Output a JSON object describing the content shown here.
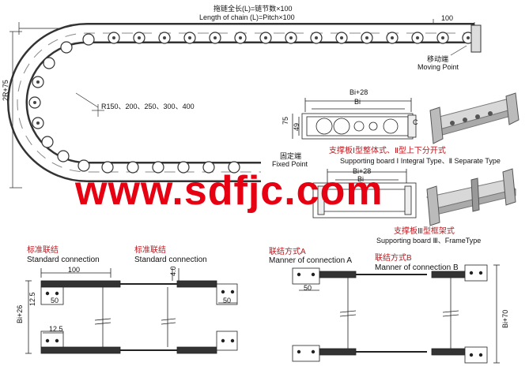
{
  "header": {
    "length_cn": "拖链全长(L)=链节数×100",
    "length_en": "Length of chain (L)=Pitch×100",
    "pitch_dim": "100"
  },
  "chain": {
    "moving_cn": "移动端",
    "moving_en": "Moving Point",
    "radius_label": "R150、200、250、300、400",
    "height_dim": "2R+75",
    "fixed_cn": "固定端",
    "fixed_en": "Fixed Point"
  },
  "section": {
    "bi28": "Bi+28",
    "bi": "Bi",
    "dim75": "75",
    "dim49": "49",
    "c": "C"
  },
  "board1": {
    "cn": "支撑板Ⅰ型整体式、Ⅱ型上下分开式",
    "en": "Supporting board Ⅰ Integral Type、Ⅱ Separate Type"
  },
  "board3": {
    "cn": "支撑板Ⅲ型框架式",
    "en": "Supporting board Ⅲ、FrameType",
    "bi28": "Bi+28",
    "bi": "Bi"
  },
  "watermark": "www.sdfjc.com",
  "conn": {
    "std1_cn": "标准联结",
    "std1_en": "Standard connection",
    "std2_cn": "标准联结",
    "std2_en": "Standard connection",
    "a_cn": "联结方式A",
    "a_en": "Manner of connection A",
    "b_cn": "联结方式B",
    "b_en": "Manner of connection B",
    "d100": "100",
    "d50": "50",
    "d12_5": "12.5",
    "d12_5b": "12.5",
    "d4": "4.0",
    "d50b": "50",
    "d50c": "50",
    "bi26": "Bi+26",
    "bi70": "Bi+70"
  }
}
